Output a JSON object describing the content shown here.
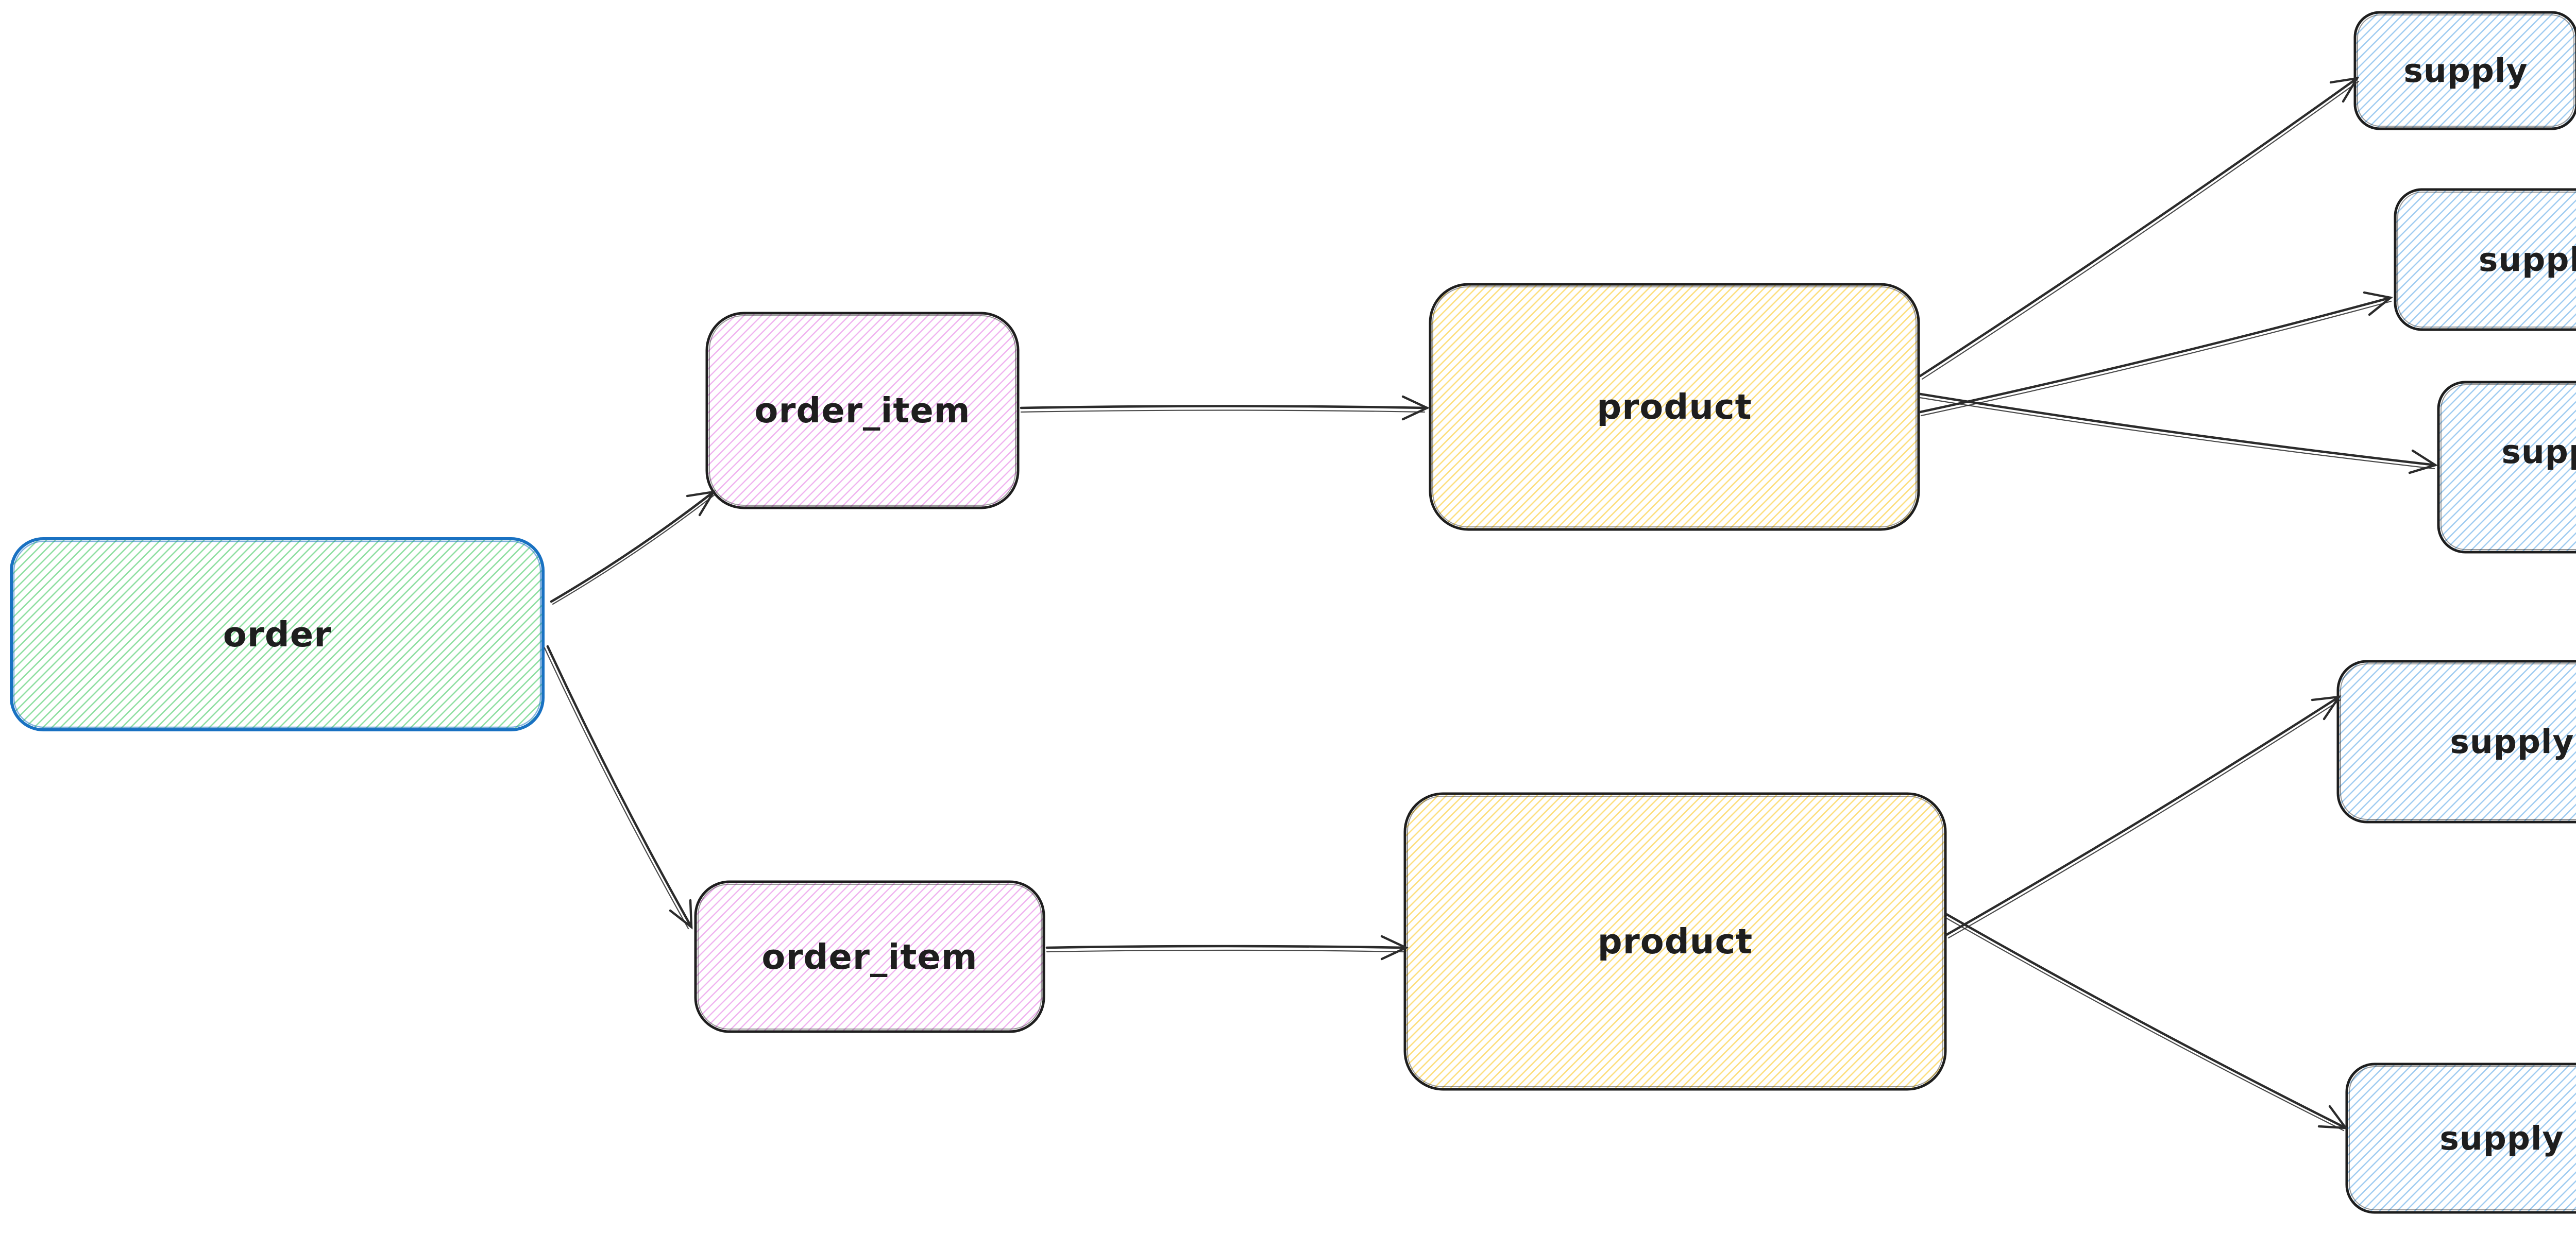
{
  "diagram": {
    "background_color": "#ffffff",
    "nodes": [
      {
        "id": "order",
        "label": "order",
        "fill_color": "#8fdfa2",
        "stroke_color": "#1971c2"
      },
      {
        "id": "order_item_1",
        "label": "order_item",
        "fill_color": "#f0b3f0",
        "stroke_color": "#1e1e1e"
      },
      {
        "id": "order_item_2",
        "label": "order_item",
        "fill_color": "#f0b3f0",
        "stroke_color": "#1e1e1e"
      },
      {
        "id": "product_1",
        "label": "product",
        "fill_color": "#fddf7f",
        "stroke_color": "#1e1e1e"
      },
      {
        "id": "product_2",
        "label": "product",
        "fill_color": "#fddf7f",
        "stroke_color": "#1e1e1e"
      },
      {
        "id": "supply_1",
        "label": "supply",
        "fill_color": "#9fccf1",
        "stroke_color": "#1e1e1e"
      },
      {
        "id": "supply_2",
        "label": "supply",
        "fill_color": "#9fccf1",
        "stroke_color": "#1e1e1e"
      },
      {
        "id": "supply_3",
        "label": "supply",
        "fill_color": "#9fccf1",
        "stroke_color": "#1e1e1e"
      },
      {
        "id": "supply_4",
        "label": "supply",
        "fill_color": "#9fccf1",
        "stroke_color": "#1e1e1e"
      },
      {
        "id": "supply_5",
        "label": "supply",
        "fill_color": "#9fccf1",
        "stroke_color": "#1e1e1e"
      }
    ],
    "edges": [
      {
        "from": "order",
        "to": "order_item_1"
      },
      {
        "from": "order",
        "to": "order_item_2"
      },
      {
        "from": "order_item_1",
        "to": "product_1"
      },
      {
        "from": "order_item_2",
        "to": "product_2"
      },
      {
        "from": "product_1",
        "to": "supply_1"
      },
      {
        "from": "product_1",
        "to": "supply_2"
      },
      {
        "from": "product_1",
        "to": "supply_3"
      },
      {
        "from": "product_2",
        "to": "supply_4"
      },
      {
        "from": "product_2",
        "to": "supply_5"
      }
    ]
  }
}
